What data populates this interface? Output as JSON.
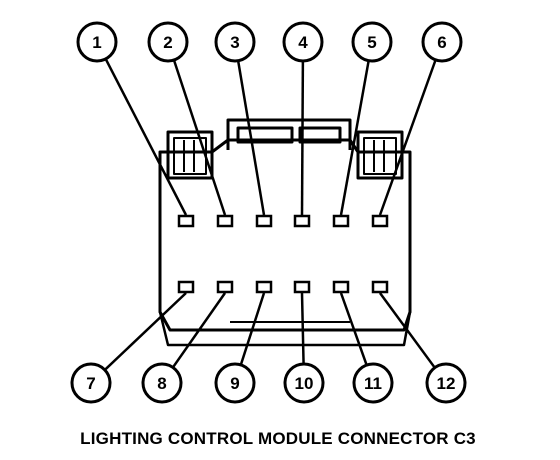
{
  "pins": {
    "top": [
      "1",
      "2",
      "3",
      "4",
      "5",
      "6"
    ],
    "bottom": [
      "7",
      "8",
      "9",
      "10",
      "11",
      "12"
    ]
  },
  "caption": "LIGHTING CONTROL MODULE CONNECTOR C3",
  "colors": {
    "line": "#000000",
    "background": "#ffffff"
  }
}
